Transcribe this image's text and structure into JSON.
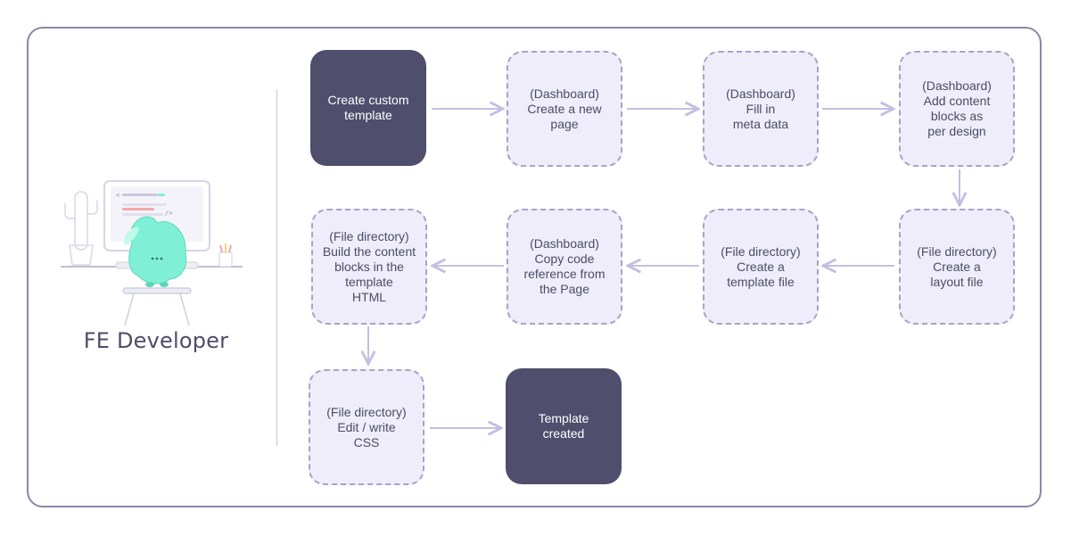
{
  "persona": {
    "label": "FE Developer"
  },
  "flow": {
    "steps": [
      {
        "id": "s1",
        "kind": "terminal",
        "text": "Create custom\ntemplate"
      },
      {
        "id": "s2",
        "kind": "step",
        "text": "(Dashboard)\nCreate a new\npage"
      },
      {
        "id": "s3",
        "kind": "step",
        "text": "(Dashboard)\nFill in\nmeta data"
      },
      {
        "id": "s4",
        "kind": "step",
        "text": "(Dashboard)\nAdd content\nblocks as\nper design"
      },
      {
        "id": "s5",
        "kind": "step",
        "text": "(File directory)\nCreate a\nlayout file"
      },
      {
        "id": "s6",
        "kind": "step",
        "text": "(File directory)\nCreate a\ntemplate file"
      },
      {
        "id": "s7",
        "kind": "step",
        "text": "(Dashboard)\nCopy code\nreference from\nthe Page"
      },
      {
        "id": "s8",
        "kind": "step",
        "text": "(File directory)\nBuild the content\nblocks in the\ntemplate\nHTML"
      },
      {
        "id": "s9",
        "kind": "step",
        "text": "(File directory)\nEdit / write\nCSS"
      },
      {
        "id": "s10",
        "kind": "terminal",
        "text": "Template\ncreated"
      }
    ]
  },
  "colors": {
    "terminal_fill": "#4f4e6c",
    "step_fill": "#eeedf9",
    "step_border": "#a7a2c9",
    "arrow": "#c3bfe0",
    "mascot": "#7ff0d6"
  }
}
